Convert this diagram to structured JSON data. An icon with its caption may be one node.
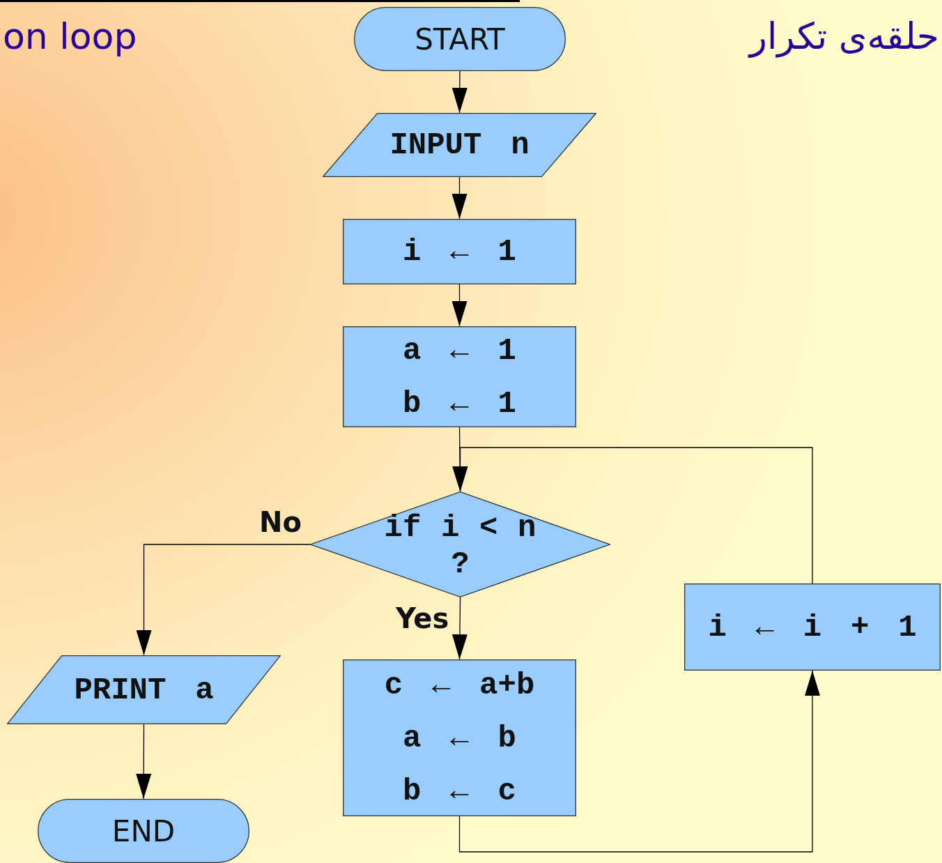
{
  "diagram": {
    "nodes": [
      {
        "text": [
          "START"
        ]
      },
      {
        "text": [
          "INPUT n"
        ]
      },
      {
        "text": [
          "i ← 1"
        ]
      },
      {
        "text": [
          "a ← 1",
          "b ← 1"
        ]
      },
      {
        "text": [
          "if i < n ?"
        ]
      },
      {
        "text": [
          "PRINT a"
        ]
      },
      {
        "text": [
          "END"
        ]
      },
      {
        "text": [
          "c ← a+b",
          "a ← b",
          "b ← c"
        ]
      },
      {
        "text": [
          "i ← i + 1"
        ]
      }
    ],
    "edges": [
      {
        "from": 0,
        "to": 1,
        "arrow": "to"
      },
      {
        "from": 1,
        "to": 2,
        "arrow": "to"
      },
      {
        "from": 2,
        "to": 3,
        "arrow": "to"
      },
      {
        "from": 3,
        "to": 4,
        "arrow": "to"
      },
      {
        "from": 4,
        "to": 5,
        "arrow": "to",
        "label": "No"
      },
      {
        "from": 4,
        "to": 7,
        "arrow": "to",
        "label": "Yes"
      },
      {
        "from": 5,
        "to": 6,
        "arrow": "to"
      },
      {
        "from": 7,
        "to": 8,
        "arrow": "to"
      },
      {
        "from": 8,
        "to": 4,
        "arrow": "to"
      }
    ],
    "labels": [
      "on loop",
      "حلقه‌ی تکرار"
    ]
  }
}
